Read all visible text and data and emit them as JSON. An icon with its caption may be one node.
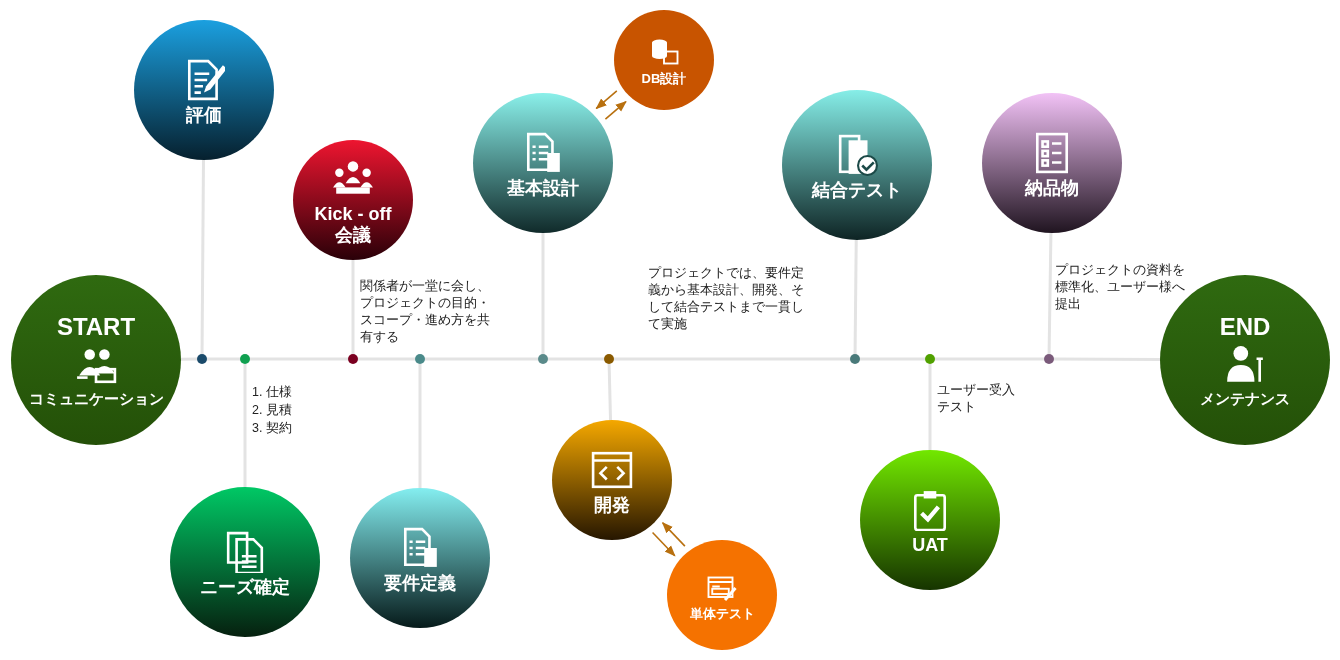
{
  "diagram": {
    "nodes": [
      {
        "text": [
          "START",
          "コミュニケーション"
        ]
      },
      {
        "text": [
          "評価"
        ]
      },
      {
        "text": [
          "Kick - off 会議"
        ]
      },
      {
        "text": [
          "基本設計"
        ]
      },
      {
        "text": [
          "DB設計"
        ]
      },
      {
        "text": [
          "結合テスト"
        ]
      },
      {
        "text": [
          "納品物"
        ]
      },
      {
        "text": [
          "END",
          "メンテナンス"
        ]
      },
      {
        "text": [
          "ニーズ確定"
        ]
      },
      {
        "text": [
          "要件定義"
        ]
      },
      {
        "text": [
          "開発"
        ]
      },
      {
        "text": [
          "単体テスト"
        ]
      },
      {
        "text": [
          "UAT"
        ]
      },
      {
        "text": [],
        "shape": "circle"
      },
      {
        "text": [],
        "shape": "circle"
      },
      {
        "text": [],
        "shape": "circle"
      },
      {
        "text": [],
        "shape": "circle"
      },
      {
        "text": [],
        "shape": "circle"
      },
      {
        "text": [],
        "shape": "circle"
      },
      {
        "text": [],
        "shape": "circle"
      },
      {
        "text": [],
        "shape": "circle"
      },
      {
        "text": [],
        "shape": "circle"
      }
    ],
    "edges": [
      {
        "from": 0,
        "to": 13,
        "arrow": "none"
      },
      {
        "from": 13,
        "to": 14,
        "arrow": "none"
      },
      {
        "from": 14,
        "to": 15,
        "arrow": "none"
      },
      {
        "from": 15,
        "to": 16,
        "arrow": "none"
      },
      {
        "from": 16,
        "to": 17,
        "arrow": "none"
      },
      {
        "from": 17,
        "to": 18,
        "arrow": "none"
      },
      {
        "from": 18,
        "to": 19,
        "arrow": "none"
      },
      {
        "from": 19,
        "to": 20,
        "arrow": "none"
      },
      {
        "from": 20,
        "to": 21,
        "arrow": "none"
      },
      {
        "from": 21,
        "to": 7,
        "arrow": "none"
      },
      {
        "from": 1,
        "to": 13,
        "arrow": "none"
      },
      {
        "from": 14,
        "to": 8,
        "arrow": "none"
      },
      {
        "from": 2,
        "to": 15,
        "arrow": "none"
      },
      {
        "from": 16,
        "to": 9,
        "arrow": "none"
      },
      {
        "from": 3,
        "to": 17,
        "arrow": "none"
      },
      {
        "from": 18,
        "to": 10,
        "arrow": "none"
      },
      {
        "from": 5,
        "to": 19,
        "arrow": "none"
      },
      {
        "from": 20,
        "to": 12,
        "arrow": "none"
      },
      {
        "from": 6,
        "to": 21,
        "arrow": "none"
      },
      {
        "from": 3,
        "to": 4,
        "arrow": "to",
        "color": "#b8700f"
      },
      {
        "from": 4,
        "to": 3,
        "arrow": "to",
        "color": "#b8700f"
      },
      {
        "from": 10,
        "to": 11,
        "arrow": "to",
        "color": "#b8700f"
      },
      {
        "from": 11,
        "to": 10,
        "arrow": "to",
        "color": "#b8700f"
      }
    ],
    "labels": [
      "関係者が一堂に会し、プロジェクトの目的・スコープ・進め方を共有する",
      "1. 仕様",
      "2. 見積",
      "3. 契約",
      "プロジェクトでは、要件定義から基本設計、開発、そして結合テストまで一貫して実施",
      "ユーザー受入テスト",
      "プロジェクトの資料を標準化、ユーザー様へ提出"
    ]
  }
}
